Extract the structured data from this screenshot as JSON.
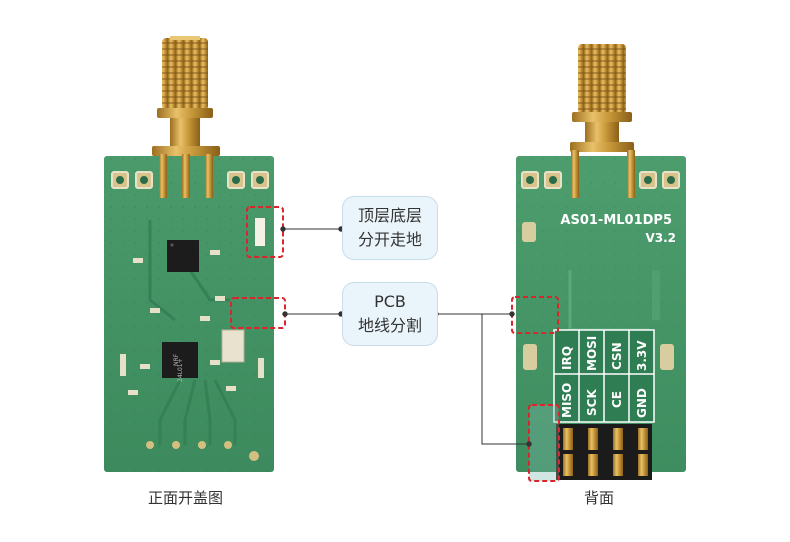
{
  "captions": {
    "front": "正面开盖图",
    "back": "背面"
  },
  "callouts": {
    "top_bottom": {
      "line1": "顶层底层",
      "line2": "分开走地"
    },
    "pcb": {
      "line1": "PCB",
      "line2": "地线分割"
    }
  },
  "module": {
    "model": "AS01-ML01DP5",
    "version": "V3.2",
    "chip_label_1": "NRF",
    "chip_label_2": "24L01+"
  },
  "pin_labels": {
    "top_row": [
      "IRQ",
      "MOSI",
      "CSN",
      "3.3V"
    ],
    "bottom_row": [
      "MISO",
      "SCK",
      "CE",
      "GND"
    ]
  },
  "colors": {
    "pcb_green": "#3f8f62",
    "pcb_green_dark": "#2f7a52",
    "gold": "#c99a3c",
    "highlight_red": "#d8262c",
    "callout_bg": "#eaf4fb"
  }
}
